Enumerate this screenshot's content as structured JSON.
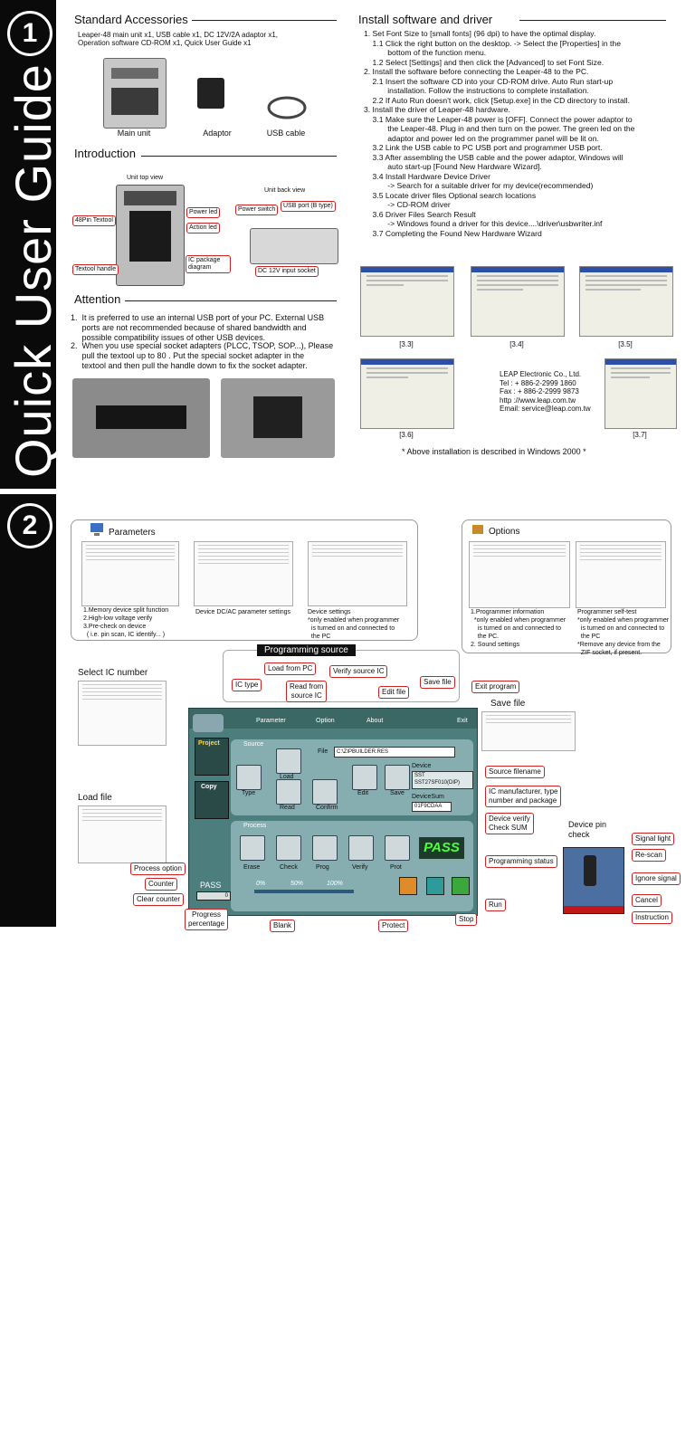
{
  "page1": {
    "number": "1",
    "side_title": "Quick User Guide",
    "accessories": {
      "heading": "Standard Accessories",
      "line1": "Leaper-48 main unit x1,  USB cable x1,  DC 12V/2A adaptor x1,",
      "line2": "Operation software CD-ROM x1,    Quick User Guide x1",
      "items": [
        "Main unit",
        "Adaptor",
        "USB cable"
      ]
    },
    "introduction": {
      "heading": "Introduction",
      "top_view": "Unit top view",
      "back_view": "Unit back view",
      "labels": [
        "48Pin Textool",
        "Power led",
        "Action led",
        "IC package diagram",
        "Textool handle",
        "Power switch",
        "USB port (B type)",
        "DC 12V input socket"
      ]
    },
    "attention": {
      "heading": "Attention",
      "items": [
        "1.  It is preferred to use an internal USB port of your PC. External USB\n     ports are not recommended because of shared bandwidth and\n     possible compatibility issues of other USB devices.",
        "2.  When you use special socket adapters (PLCC, TSOP, SOP...), Please\n     pull the textool up to 80 . Put the special socket adapter in the\n     textool and then pull the handle down to fix the socket adapter."
      ]
    },
    "install": {
      "heading": "Install software and driver",
      "steps": "1. Set Font Size to [small fonts] (96 dpi) to have the optimal display.\n    1.1 Click the right button on the desktop. -> Select the [Properties] in the\n           bottom of the function menu.\n    1.2 Select [Settings] and then click the [Advanced] to set Font Size.\n2. Install the software before connecting the Leaper-48 to the PC.\n    2.1 Insert the software CD into your CD-ROM drive. Auto Run start-up\n           installation. Follow the instructions to complete installation.\n    2.2 If Auto Run doesn't work, click [Setup.exe] in the CD directory to install.\n3. Install the driver of Leaper-48 hardware.\n    3.1 Make sure the Leaper-48 power is [OFF]. Connect the power adaptor to\n           the Leaper-48. Plug in and then turn on the power. The green led on the\n           adaptor and power led on the programmer panel will be lit on.\n    3.2 Link the USB cable to PC USB port and programmer USB port.\n    3.3 After assembling the USB cable and the power adaptor, Windows will\n           auto start-up [Found New Hardware Wizard].\n    3.4 Install Hardware Device Driver\n           -> Search for a suitable driver for my device(recommended)\n    3.5 Locate driver files Optional search locations\n           -> CD-ROM driver\n    3.6 Driver Files Search Result\n           -> Windows found a driver for this device....\\driver\\usbwriter.inf\n    3.7 Completing the Found New Hardware Wizard",
      "shot_captions": [
        "[3.3]",
        "[3.4]",
        "[3.5]",
        "[3.6]",
        "[3.7]"
      ],
      "company": {
        "name": "LEAP Electronic Co., Ltd.",
        "tel": "Tel    : + 886-2-2999 1860",
        "fax": "Fax   : + 886-2-2999 9873",
        "http": "http  ://www.leap.com.tw",
        "email": "Email: service@leap.com.tw"
      },
      "note": "* Above installation is described in Windows 2000 *"
    }
  },
  "page2": {
    "number": "2",
    "side_title": "Quick User Guide",
    "parameters": {
      "heading": "Parameters",
      "cap1": "1.Memory device split function\n2.High-low voltage verify\n3.Pre-check on device\n  ( i.e. pin scan, IC identify... )",
      "cap2": "Device DC/AC parameter settings",
      "cap3": "Device settings\n*only enabled when programmer\n  is turned on and connected to\n  the PC"
    },
    "options": {
      "heading": "Options",
      "cap1": "1.Programmer information\n  *only enabled when programmer\n    is turned on and connected to\n    the PC.\n2. Sound settings",
      "cap2": "Programmer self-test\n*only enabled when programmer\n  is turned on and connected to\n  the PC\n*Remove any device from the\n  ZIF socket, if present."
    },
    "programming_source": "Programming source",
    "select_ic": "Select IC number",
    "load_file": "Load file",
    "save_file": "Save file",
    "device_pin_check": "Device pin\ncheck",
    "callouts": {
      "ic_type": "IC type",
      "load_from_pc": "Load from PC",
      "read_from_source": "Read from\nsource IC",
      "verify_source": "Verify source IC",
      "edit_file": "Edit file",
      "save_file": "Save file",
      "exit_program": "Exit program",
      "source_filename": "Source filename",
      "ic_manufacturer": "IC manufacturer, type\nnumber and package",
      "device_verify": "Device verify\nCheck SUM",
      "programming_status": "Programming status",
      "process_option": "Process option",
      "counter": "Counter",
      "clear_counter": "Clear counter",
      "progress_pct": "Progress\npercentage",
      "run": "Run",
      "stop": "Stop",
      "signal_light": "Signal light",
      "re_scan": "Re-scan",
      "ignore_signal": "Ignore signal",
      "cancel": "Cancel",
      "instruction": "Instruction",
      "bottom_cut": [
        "Blank",
        "Protect"
      ]
    },
    "window": {
      "menu": [
        "Parameter",
        "Option",
        "About",
        "Exit"
      ],
      "project": "Project",
      "copy": "Copy",
      "source": "Source",
      "file_label": "File",
      "file_path": "C:\\ZIPBUILDER.RES",
      "device_label": "Device",
      "device_mfr": "SST",
      "device_type": "SST27SF010(DIP)",
      "devicesum_label": "DeviceSum",
      "devicesum_value": "01F9CDAA",
      "node_labels": [
        "Type",
        "Load",
        "Read",
        "Confirm",
        "Edit",
        "Save"
      ],
      "process": "Process",
      "proc_opts": [
        "Erase",
        "Check",
        "Prog",
        "Verify",
        "Prot"
      ],
      "pass_big": "PASS",
      "pass_small": "PASS",
      "counter_value": "0",
      "percents": [
        "0%",
        "50%",
        "100%"
      ]
    }
  }
}
